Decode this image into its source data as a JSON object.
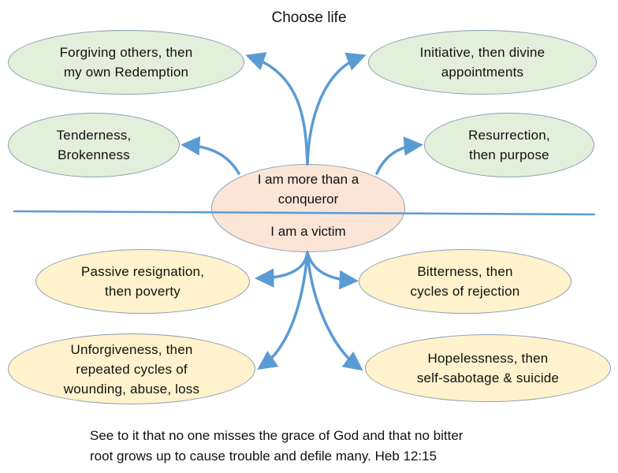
{
  "title": "Choose life",
  "center": {
    "top_line1": "I am more than a",
    "top_line2": "conqueror",
    "bottom": "I am a victim"
  },
  "positive": [
    {
      "line1": "Forgiving others, then",
      "line2": "my own Redemption"
    },
    {
      "line1": "Initiative, then divine",
      "line2": "appointments"
    },
    {
      "line1": "Tenderness,",
      "line2": "Brokenness"
    },
    {
      "line1": "Resurrection,",
      "line2": "then purpose"
    }
  ],
  "negative": [
    {
      "line1": "Passive resignation,",
      "line2": "then poverty"
    },
    {
      "line1": "Bitterness, then",
      "line2": "cycles of rejection"
    },
    {
      "line1": "Unforgiveness, then",
      "line2": "repeated cycles of",
      "line3": "wounding, abuse, loss"
    },
    {
      "line1": "Hopelessness, then",
      "line2": "self-sabotage & suicide"
    }
  ],
  "footer": {
    "line1": "See to it that no one misses the grace of God and that no bitter",
    "line2": "root grows up to cause trouble and defile many.  Heb 12:15"
  },
  "colors": {
    "arrow": "#5b9bd5",
    "positive_fill": "#e2efda",
    "negative_fill": "#fff2cc",
    "center_fill": "#fbe5d6"
  }
}
